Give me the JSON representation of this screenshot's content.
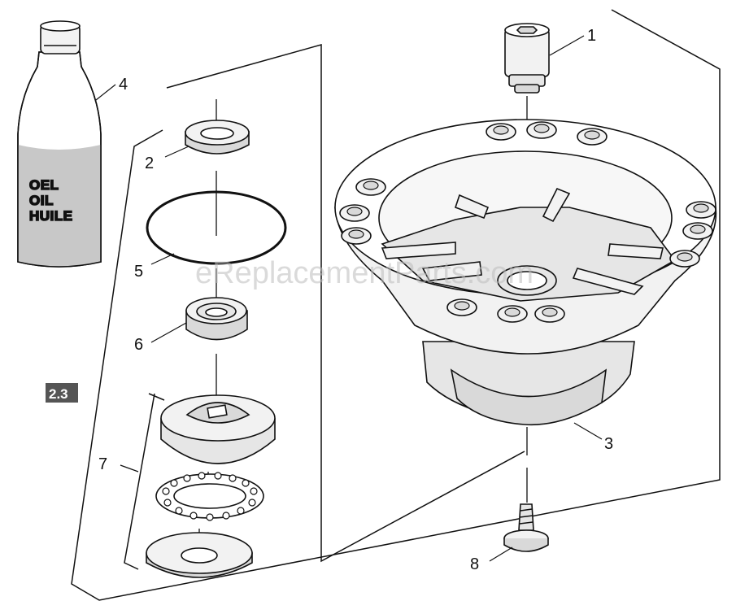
{
  "diagram": {
    "section_badge": "2.3",
    "watermark": "eReplacementParts.com",
    "bottle_label": [
      "OEL",
      "OIL",
      "HUILE"
    ],
    "callouts": {
      "c1": "1",
      "c2": "2",
      "c3": "3",
      "c4": "4",
      "c5": "5",
      "c6": "6",
      "c7": "7",
      "c8": "8"
    }
  },
  "colors": {
    "line": "#111111",
    "part_fill": "#f2f2f2",
    "part_shade": "#d9d9d9",
    "bottle_gray": "#c8c8c8",
    "badge_bg": "#555555"
  }
}
